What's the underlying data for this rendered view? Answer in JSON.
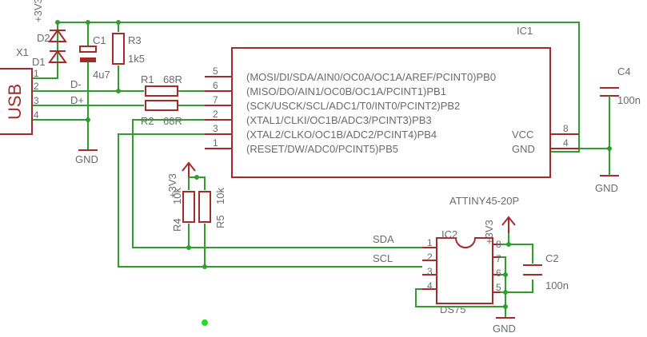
{
  "colors": {
    "wire": "#2e9e2e",
    "part": "#a52a2a",
    "text": "#6b6b6b",
    "junction": "#2e9e2e",
    "origin_marker": "#22dd22"
  },
  "labels": {
    "usb_connector": "USB",
    "x1": "X1",
    "x1_pins": [
      "1",
      "2",
      "3",
      "4"
    ],
    "d_minus": "D-",
    "d_plus": "D+",
    "d1": "D1",
    "d2": "D2",
    "c1": "C1",
    "c1_value": "4u7",
    "r3": "R3",
    "r3_value": "1k5",
    "r1": "R1",
    "r1_value": "68R",
    "r2": "R2",
    "r2_value": "68R",
    "r4": "R4",
    "r4_value": "10k",
    "r5": "R5",
    "r5_value": "10k",
    "supply_3v3": "+3V3",
    "gnd": "GND",
    "ic1": "IC1",
    "ic1_part": "ATTINY45-20P",
    "ic1_left_pin_numbers": [
      "5",
      "6",
      "7",
      "2",
      "3",
      "1"
    ],
    "ic1_left_pin_names": [
      "(MOSI/DI/SDA/AIN0/OC0A/OC1A/AREF/PCINT0)PB0",
      "(MISO/DO/AIN1/OC0B/OC1A/PCINT1)PB1",
      "(SCK/USCK/SCL/ADC1/T0/INT0/PCINT2)PB2",
      "(XTAL1/CLKI/OC1B/ADC3/PCINT3)PB3",
      "(XTAL2/CLKO/OC1B/ADC2/PCINT4)PB4",
      "(RESET/DW/ADC0/PCINT5)PB5"
    ],
    "ic1_right_pin_numbers": [
      "8",
      "4"
    ],
    "ic1_right_pin_names": [
      "VCC",
      "GND"
    ],
    "c4": "C4",
    "c4_value": "100n",
    "c2": "C2",
    "c2_value": "100n",
    "sda": "SDA",
    "scl": "SCL",
    "ic2": "IC2",
    "ic2_part": "DS75",
    "ic2_pins_left": [
      "1",
      "2",
      "3",
      "4"
    ],
    "ic2_pins_right": [
      "8",
      "7",
      "6",
      "5"
    ]
  }
}
